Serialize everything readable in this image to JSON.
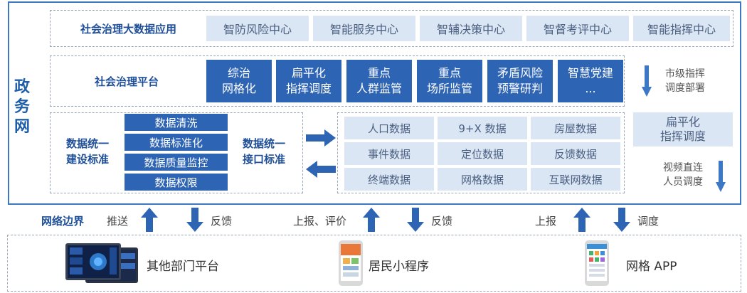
{
  "gov_network": "政务网",
  "big_data": {
    "title": "社会治理大数据应用",
    "centers": [
      "智防风险中心",
      "智能服务中心",
      "智辅决策中心",
      "智督考评中心",
      "智能指挥中心"
    ]
  },
  "platform": {
    "title": "社会治理平台",
    "modules": [
      {
        "line1": "综治",
        "line2": "网格化"
      },
      {
        "line1": "扁平化",
        "line2": "指挥调度"
      },
      {
        "line1": "重点",
        "line2": "人群监管"
      },
      {
        "line1": "重点",
        "line2": "场所监管"
      },
      {
        "line1": "矛盾风险",
        "line2": "预警研判"
      },
      {
        "line1": "智慧党建",
        "line2": "..."
      }
    ],
    "city_label_1": "市级指挥",
    "city_label_2": "调度部署"
  },
  "standards": {
    "build_1": "数据统一",
    "build_2": "建设标准",
    "items": [
      "数据清洗",
      "数据标准化",
      "数据质量监控",
      "数据权限"
    ],
    "iface_1": "数据统一",
    "iface_2": "接口标准"
  },
  "data_grid": [
    "人口数据",
    "9+X 数据",
    "房屋数据",
    "事件数据",
    "定位数据",
    "反馈数据",
    "终端数据",
    "网格数据",
    "互联网数据"
  ],
  "flat_dispatch": {
    "line1": "扁平化",
    "line2": "指挥调度"
  },
  "video": {
    "line1": "视频直连",
    "line2": "人员调度"
  },
  "network": {
    "title": "网络边界",
    "push": "推送",
    "feedback": "反馈",
    "report_eval": "上报、评价",
    "report": "上报",
    "dispatch": "调度"
  },
  "bottom": {
    "dept": "其他部门平台",
    "mini": "居民小程序",
    "app": "网格 APP"
  },
  "colors": {
    "accent": "#2e64b4",
    "light": "#dbe6f4",
    "title": "#1f4f98"
  }
}
